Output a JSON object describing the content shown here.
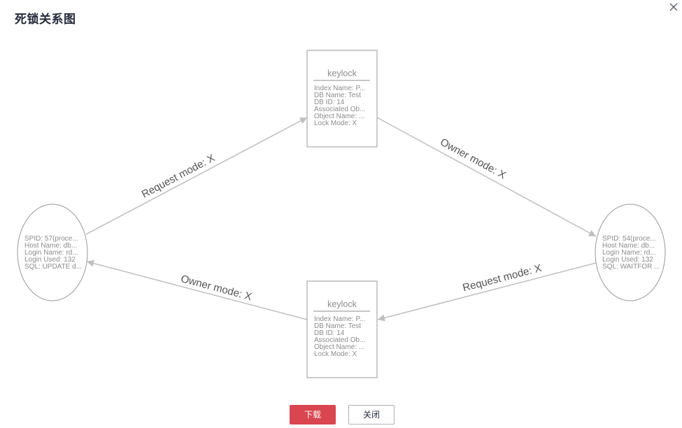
{
  "dialog": {
    "title": "死锁关系图",
    "close_icon": "close-icon"
  },
  "graph": {
    "lock_top": {
      "title": "keylock",
      "lines": [
        "Index Name: P...",
        "DB Name: Test",
        "DB ID: 14",
        "Associated Ob...",
        "Object Name: ...",
        "Lock Mode: X"
      ]
    },
    "lock_bottom": {
      "title": "keylock",
      "lines": [
        "Index Name: P...",
        "DB Name: Test",
        "DB ID: 14",
        "Associated Ob...",
        "Object Name: ...",
        "Lock Mode: X"
      ]
    },
    "process_left": {
      "lines": [
        "SPID: 57(proce...",
        "Host Name: db...",
        "Login Name: rd...",
        "Login Used: 132",
        "SQL: UPDATE d..."
      ]
    },
    "process_right": {
      "lines": [
        "SPID: 54(proce...",
        "Host Name: db...",
        "Login Name: rd...",
        "Login Used: 132",
        "SQL: WAITFOR ..."
      ]
    },
    "edges": {
      "left_to_top": "Request mode: X",
      "top_to_right": "Owner mode: X",
      "right_to_bottom": "Request mode: X",
      "bottom_to_left": "Owner mode: X"
    },
    "colors": {
      "edge": "#bfbfbf",
      "node_border": "#999999",
      "text": "#8c8c8c"
    }
  },
  "footer": {
    "download_label": "下载",
    "close_label": "关闭",
    "primary_color": "#d9464f"
  }
}
